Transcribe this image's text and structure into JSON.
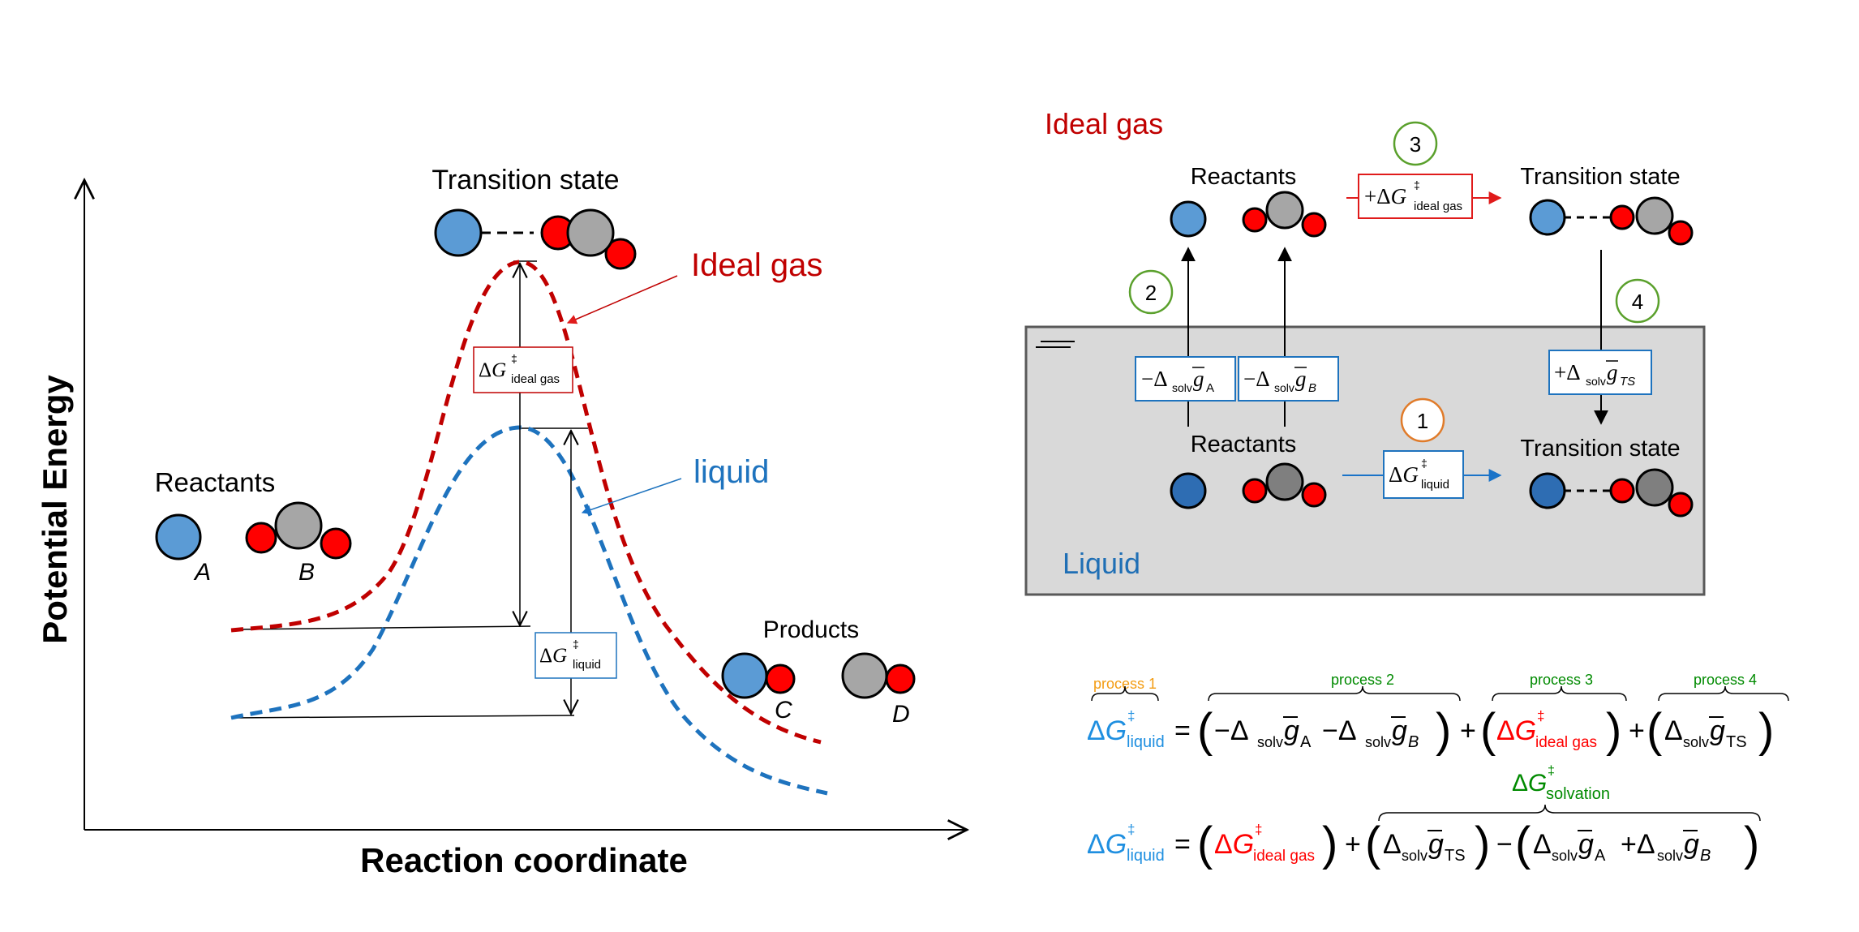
{
  "colors": {
    "ideal_gas": "#c00000",
    "liquid_curve": "#1e73be",
    "liquid_text": "#1f6fb5",
    "ideal_text": "#c00000",
    "green": "#5aa02c",
    "orange": "#e07b2a",
    "atom_blue": "#5b9bd5",
    "atom_blue_dark": "#2e6db3",
    "atom_red": "#ff0000",
    "atom_gray": "#a6a6a6",
    "liquid_box": "#d9d9d9",
    "eq_blue": "#1f8fe0",
    "eq_red": "#ff0000",
    "eq_green": "#008a00",
    "eq_orange": "#f39c12"
  },
  "left": {
    "ylabel": "Potential Energy",
    "xlabel": "Reaction coordinate",
    "ts_label": "Transition state",
    "reactants_label": "Reactants",
    "products_label": "Products",
    "ideal_gas_label": "Ideal gas",
    "liquid_label": "liquid",
    "atom_a": "A",
    "atom_b": "B",
    "atom_c": "C",
    "atom_d": "D",
    "dg_ideal_sub": "ideal gas",
    "dg_liquid_sub": "liquid"
  },
  "right": {
    "ideal_gas_title": "Ideal gas",
    "liquid_title": "Liquid",
    "reactants_top": "Reactants",
    "ts_top": "Transition state",
    "reactants_bottom": "Reactants",
    "ts_bottom": "Transition state",
    "step1": "1",
    "step2": "2",
    "step3": "3",
    "step4": "4",
    "solv_sub": "solv",
    "sub_a": "A",
    "sub_b": "B",
    "sub_ts": "TS",
    "ideal_sub": "ideal gas",
    "liquid_sub": "liquid"
  },
  "equations": {
    "process1": "process 1",
    "process2": "process 2",
    "process3": "process 3",
    "process4": "process 4",
    "solvation_sub": "solvation",
    "liquid_sub": "liquid",
    "ideal_sub": "ideal gas",
    "solv_sub": "solv",
    "sub_a": "A",
    "sub_b": "B",
    "sub_ts": "TS"
  }
}
